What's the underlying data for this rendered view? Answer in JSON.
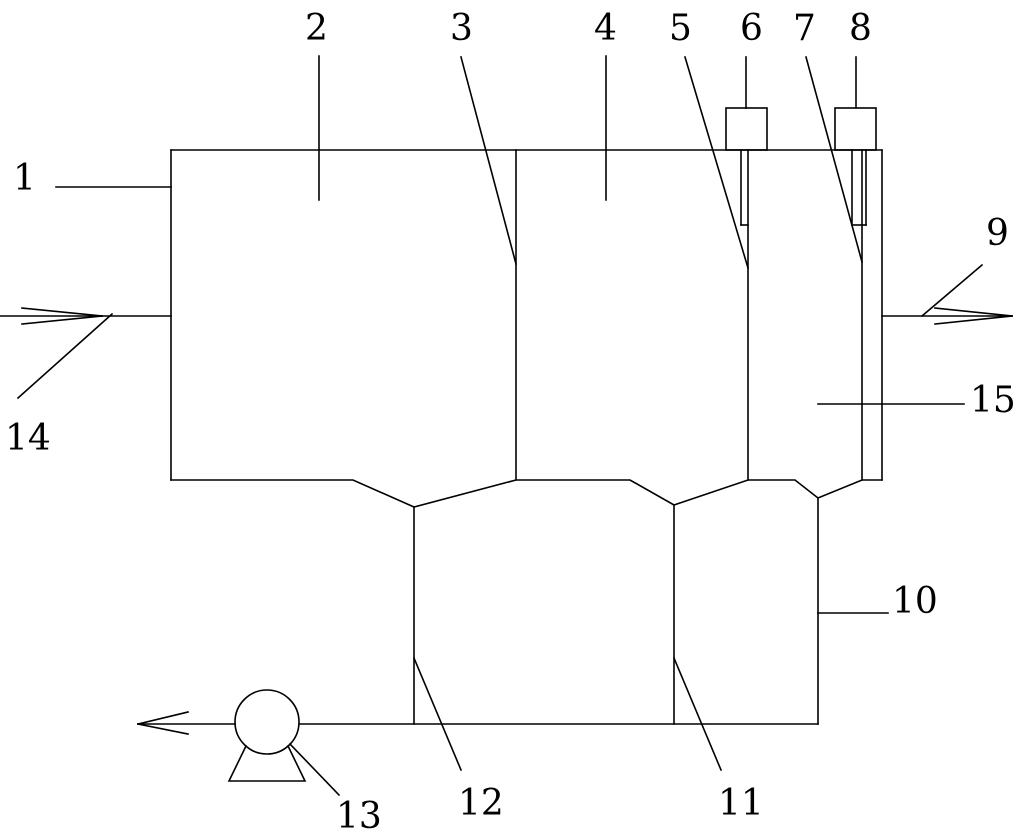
{
  "labels": {
    "n1": "1",
    "n2": "2",
    "n3": "3",
    "n4": "4",
    "n5": "5",
    "n6": "6",
    "n7": "7",
    "n8": "8",
    "n9": "9",
    "n10": "10",
    "n11": "11",
    "n12": "12",
    "n13": "13",
    "n14": "14",
    "n15": "15"
  }
}
